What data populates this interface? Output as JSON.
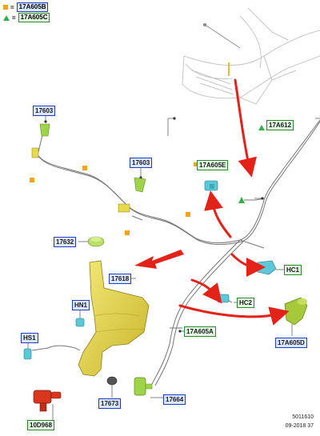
{
  "legend": [
    {
      "symbol": "orange-square",
      "code": "17A605B"
    },
    {
      "symbol": "green-triangle",
      "code": "17A605C"
    }
  ],
  "labels": {
    "l17603a": "17603",
    "l17603b": "17603",
    "l17A612": "17A612",
    "l17A605E": "17A605E",
    "l17632": "17632",
    "l17618": "17618",
    "lHN1": "HN1",
    "lHS1": "HS1",
    "lHC1": "HC1",
    "lHC2": "HC2",
    "l17A605A": "17A605A",
    "l17A605D": "17A605D",
    "l17673": "17673",
    "l17664": "17664",
    "l10D968": "10D968"
  },
  "footer": {
    "ref": "5011610",
    "date": "09-2018 37"
  },
  "colors": {
    "arrow": "#e32219",
    "reservoir": "#e8d94a",
    "clip": "#f3a51a",
    "connector": "#5cc8d8",
    "pump": "#9fd44a",
    "heater": "#d9361e"
  }
}
